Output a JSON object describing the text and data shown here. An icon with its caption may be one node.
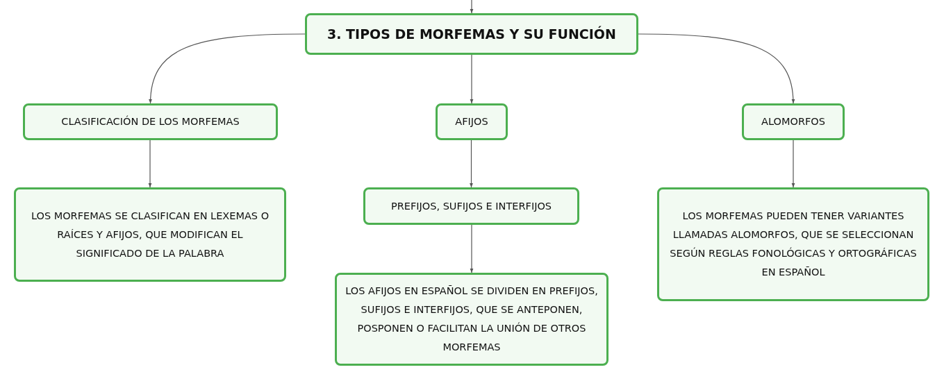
{
  "diagram": {
    "nodes": [
      {
        "text": [
          "3. TIPOS DE MORFEMAS Y SU FUNCIÓN"
        ]
      },
      {
        "text": [
          "CLASIFICACIÓN DE LOS MORFEMAS"
        ]
      },
      {
        "text": [
          "AFIJOS"
        ]
      },
      {
        "text": [
          "ALOMORFOS"
        ]
      },
      {
        "text": [
          "LOS MORFEMAS SE CLASIFICAN EN LEXEMAS O RAÍCES Y AFIJOS, QUE MODIFICAN EL SIGNIFICADO DE LA PALABRA"
        ]
      },
      {
        "text": [
          "PREFIJOS, SUFIJOS E INTERFIJOS"
        ]
      },
      {
        "text": [
          "LOS AFIJOS EN ESPAÑOL SE DIVIDEN EN PREFIJOS, SUFIJOS E INTERFIJOS, QUE SE ANTEPONEN, POSPONEN O FACILITAN LA UNIÓN DE OTROS MORFEMAS"
        ]
      },
      {
        "text": [
          "LOS MORFEMAS PUEDEN TENER VARIANTES LLAMADAS ALOMORFOS, QUE SE SELECCIONAN SEGÚN REGLAS FONOLÓGICAS Y ORTOGRÁFICAS EN ESPAÑOL"
        ]
      }
    ],
    "edges": [
      {
        "from": null,
        "to": 0,
        "arrow": "to"
      },
      {
        "from": 0,
        "to": 1,
        "arrow": "to"
      },
      {
        "from": 0,
        "to": 2,
        "arrow": "to"
      },
      {
        "from": 0,
        "to": 3,
        "arrow": "to"
      },
      {
        "from": 1,
        "to": 4,
        "arrow": "to"
      },
      {
        "from": 2,
        "to": 5,
        "arrow": "to"
      },
      {
        "from": 5,
        "to": 6,
        "arrow": "to"
      },
      {
        "from": 3,
        "to": 7,
        "arrow": "to"
      }
    ]
  }
}
